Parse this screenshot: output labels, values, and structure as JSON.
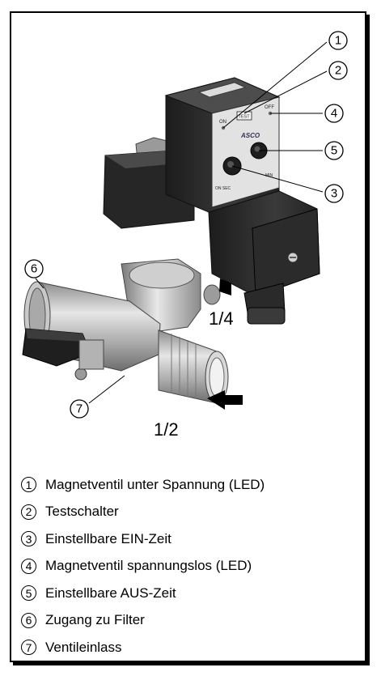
{
  "callouts": [
    "1",
    "2",
    "4",
    "5",
    "3",
    "6",
    "7"
  ],
  "connection_labels": {
    "port_small": "1/4",
    "port_large": "1/2"
  },
  "device_panel": {
    "left_label": "ON",
    "right_label": "OFF",
    "button_label": "TEST",
    "brand": "ASCO",
    "scale_left": "ON SEC",
    "scale_right": "MIN"
  },
  "legend": [
    {
      "num": "1",
      "text": "Magnetventil unter Spannung (LED)"
    },
    {
      "num": "2",
      "text": "Testschalter"
    },
    {
      "num": "3",
      "text": "Einstellbare EIN-Zeit"
    },
    {
      "num": "4",
      "text": "Magnetventil spannungslos (LED)"
    },
    {
      "num": "5",
      "text": "Einstellbare AUS-Zeit"
    },
    {
      "num": "6",
      "text": "Zugang zu Filter"
    },
    {
      "num": "7",
      "text": "Ventileinlass"
    }
  ],
  "colors": {
    "body_dark": "#2a2a2a",
    "metal": "#b9b9b9",
    "panel": "#e4e4e4"
  }
}
